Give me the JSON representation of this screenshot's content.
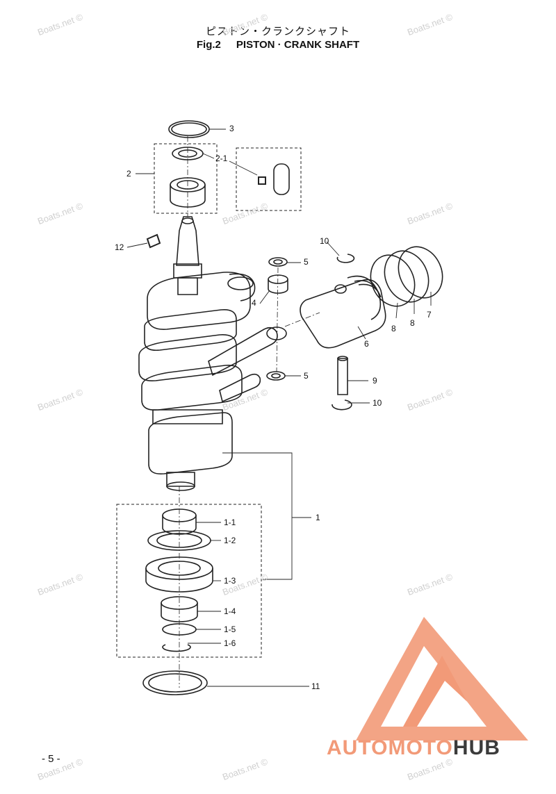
{
  "title": {
    "japanese": "ピストン・クランクシャフト",
    "figure": "Fig.2",
    "english": "PISTON · CRANK SHAFT"
  },
  "watermark": "Boats.net ©",
  "part_labels": {
    "p1": "1",
    "p1_1": "1-1",
    "p1_2": "1-2",
    "p1_3": "1-3",
    "p1_4": "1-4",
    "p1_5": "1-5",
    "p1_6": "1-6",
    "p2": "2",
    "p2_1": "2-1",
    "p3": "3",
    "p4": "4",
    "p5a": "5",
    "p5b": "5",
    "p6": "6",
    "p7": "7",
    "p8a": "8",
    "p8b": "8",
    "p9": "9",
    "p10a": "10",
    "p10b": "10",
    "p11": "11",
    "p12": "12"
  },
  "page_number": "- 5 -",
  "brand": {
    "part1": "AUTOMOTO",
    "part2": "HUB"
  },
  "colors": {
    "line": "#222222",
    "brand_accent": "#f29a78",
    "brand_dark": "#3b3b3b",
    "watermark": "#cfcfcf"
  }
}
